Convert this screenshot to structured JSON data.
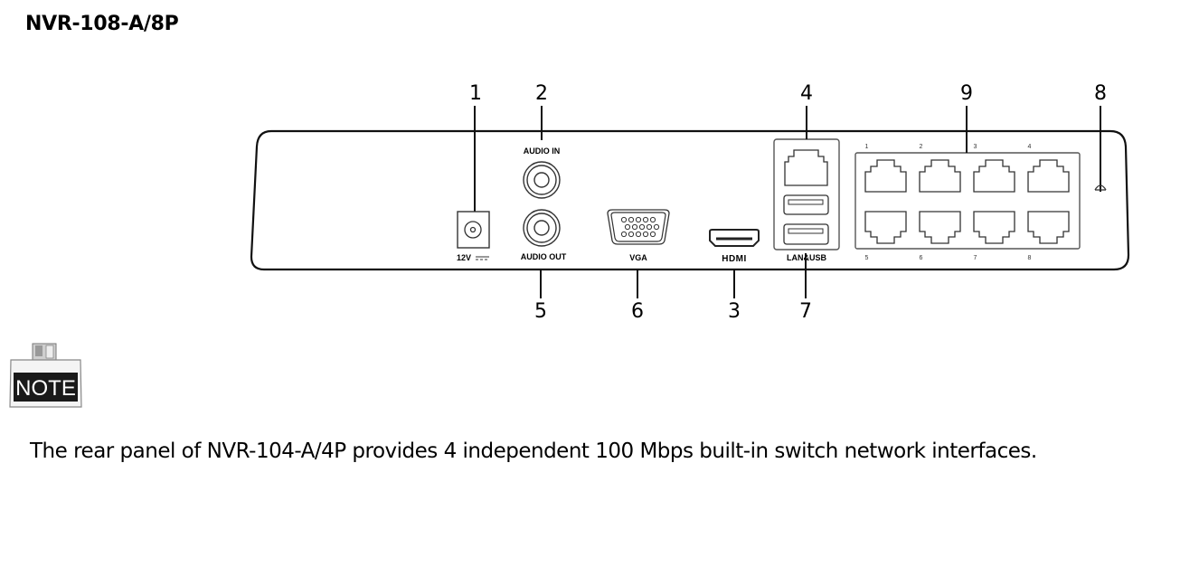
{
  "title": "NVR-108-A/8P",
  "panel": {
    "port_labels": {
      "power": "12V",
      "audio_in": "AUDIO IN",
      "audio_out": "AUDIO OUT",
      "vga": "VGA",
      "hdmi": "HDMI",
      "lan_usb": "LAN&USB"
    },
    "callouts": [
      "1",
      "2",
      "3",
      "4",
      "5",
      "6",
      "7",
      "8",
      "9"
    ],
    "poe_port_numbers": [
      "1",
      "2",
      "3",
      "4",
      "5",
      "6",
      "7",
      "8"
    ]
  },
  "note": {
    "icon": "note-icon",
    "label": "NOTE",
    "text": "The rear panel of NVR-104-A/4P provides 4 independent 100 Mbps built-in switch network interfaces."
  }
}
